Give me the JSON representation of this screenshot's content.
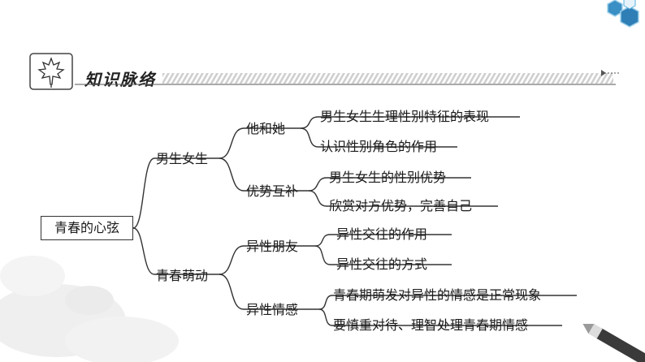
{
  "header": {
    "title": "知识脉络",
    "icon": "maple-leaf-icon"
  },
  "mindmap": {
    "root": "青春的心弦",
    "branches": [
      {
        "label": "男生女生",
        "children": [
          {
            "label": "他和她",
            "leaves": [
              "男生女生生理性别特征的表现",
              "认识性别角色的作用"
            ]
          },
          {
            "label": "优势互补",
            "leaves": [
              "男生女生的性别优势",
              "欣赏对方优势，完善自己"
            ]
          }
        ]
      },
      {
        "label": "青春萌动",
        "children": [
          {
            "label": "异性朋友",
            "leaves": [
              "异性交往的作用",
              "异性交往的方式"
            ]
          },
          {
            "label": "异性情感",
            "leaves": [
              "青春期萌发对异性的情感是正常现象",
              "要慎重对待、理智处理青春期情感"
            ]
          }
        ]
      }
    ]
  },
  "colors": {
    "line": "#333333",
    "hexagon_fill": "#3a8fc4",
    "hexagon_light": "#9fd0ec",
    "stripe": "#cfcfcf"
  }
}
